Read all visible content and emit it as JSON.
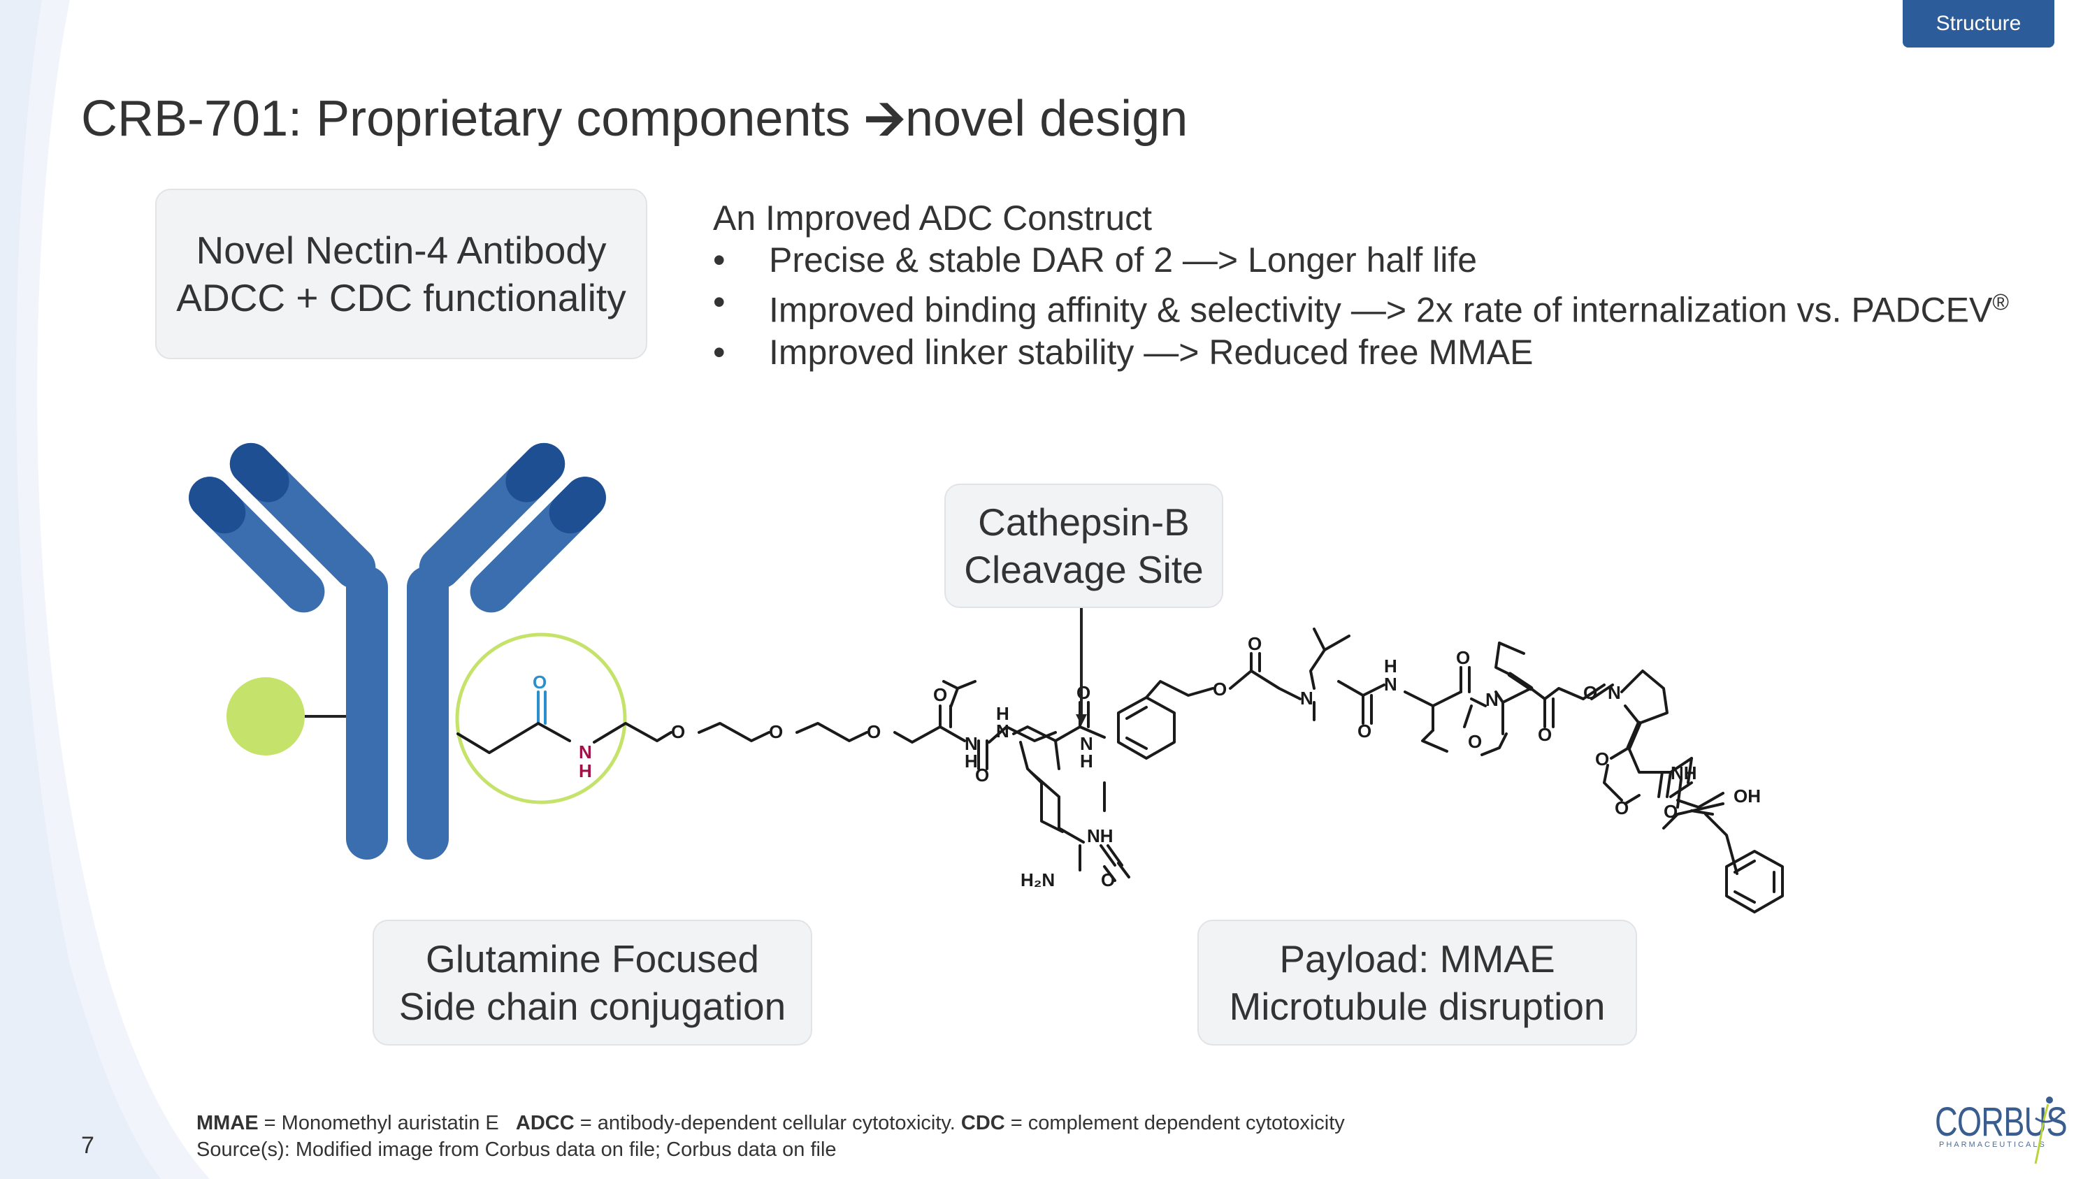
{
  "header": {
    "section_tag": "Structure"
  },
  "title": {
    "prefix": "CRB-701: Proprietary components ",
    "arrow": "🡪",
    "suffix": "novel design"
  },
  "boxes": {
    "antibody": [
      "Novel Nectin-4 Antibody",
      "ADCC + CDC functionality"
    ],
    "cleavage": [
      "Cathepsin-B",
      "Cleavage Site"
    ],
    "glutamine": [
      "Glutamine Focused",
      "Side chain conjugation"
    ],
    "payload": [
      "Payload: MMAE",
      "Microtubule disruption"
    ]
  },
  "construct": {
    "heading": "An Improved ADC Construct",
    "bullet_char": "•",
    "bullets": [
      "Precise & stable DAR of 2 —> Longer half life",
      "Improved binding affinity & selectivity —> 2x rate of internalization vs. PADCEV",
      "Improved linker stability —> Reduced free MMAE"
    ],
    "registered_mark": "®"
  },
  "structure_labels": {
    "o": "O",
    "n": "N",
    "h": "H",
    "nh": "NH",
    "oh": "OH",
    "h2n": "H₂N"
  },
  "footnote": {
    "line1": [
      {
        "bold": "MMAE",
        "text": " = Monomethyl auristatin E   "
      },
      {
        "bold": "ADCC",
        "text": " = antibody-dependent cellular cytotoxicity. "
      },
      {
        "bold": "CDC",
        "text": " = complement dependent cytotoxicity"
      }
    ],
    "line2": "Source(s): Modified image from Corbus data on file; Corbus data on file"
  },
  "page_number": "7",
  "logo": {
    "name": "CORBUS",
    "subtitle": "PHARMACEUTICALS"
  },
  "colors": {
    "antibody_blue": "#3a6eaf",
    "antibody_dark": "#1f4f93",
    "lime": "#c5e36a",
    "amide_blue": "#2b8fce",
    "amide_red": "#a0114a",
    "tag_bg": "#2c5d9a"
  }
}
